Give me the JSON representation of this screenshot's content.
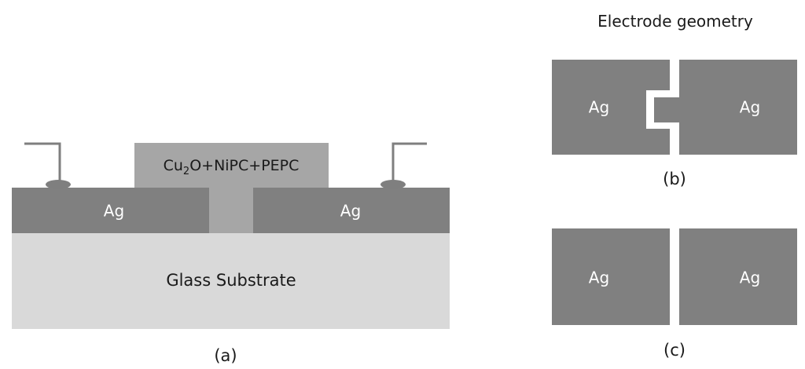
{
  "panel_a": {
    "film_label": "Cu",
    "film_label_sub": "2",
    "film_label_rest": "O+NiPC+PEPC",
    "left_electrode_label": "Ag",
    "right_electrode_label": "Ag",
    "substrate_label": "Glass Substrate",
    "caption": "(a)"
  },
  "panel_b": {
    "title": "Electrode geometry",
    "left_electrode_label": "Ag",
    "right_electrode_label": "Ag",
    "caption": "(b)"
  },
  "panel_c": {
    "left_electrode_label": "Ag",
    "right_electrode_label": "Ag",
    "caption": "(c)"
  },
  "colors": {
    "electrode": "#808080",
    "film": "#a6a6a6",
    "substrate": "#d9d9d9",
    "text_dark": "#1a1a1a",
    "text_light": "#ffffff"
  }
}
